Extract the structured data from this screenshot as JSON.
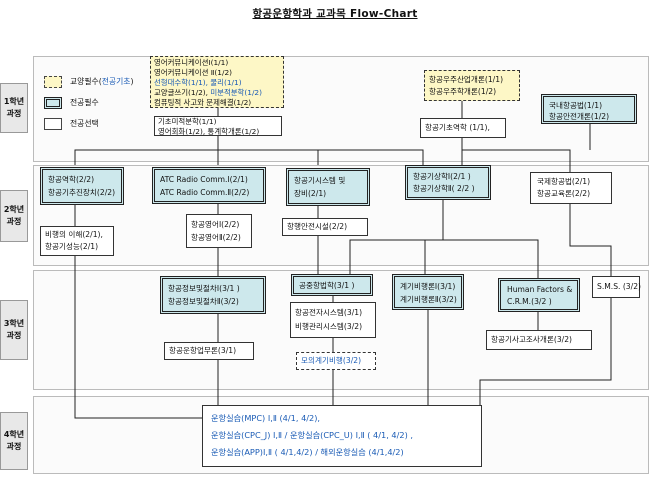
{
  "title": "항공운항학과 교과목 Flow-Chart",
  "years": [
    {
      "line1": "1학년",
      "line2": "과정"
    },
    {
      "line1": "2학년",
      "line2": "과정"
    },
    {
      "line1": "3학년",
      "line2": "과정"
    },
    {
      "line1": "4학년",
      "line2": "과정"
    }
  ],
  "legend": {
    "liberal_prefix": "교양필수(",
    "liberal_highlight": "전공기초",
    "liberal_suffix": ")",
    "major_required": "전공필수",
    "major_elective": "전공선택"
  },
  "colors": {
    "core_fill": "#cde8ec",
    "liberal_fill": "#fdf7c6",
    "blue_text": "#1a5bb5"
  },
  "year1": {
    "liberal_box": {
      "l1": "영어커뮤니케이션Ⅰ(1/1)",
      "l2": "영어커뮤니케이션 Ⅱ(1/2)",
      "l3": "선형대수학(1/1), 물리(1/1)",
      "l4a": "교양글쓰기(1/2), ",
      "l4b": "미분적분학(1/2)",
      "l5": "컴퓨팅적 사고와 문제해결(1/2)"
    },
    "elective_box": {
      "l1": "기초미적분학(1/1)",
      "l2": "영어회화(1/2), 통계학개론(1/2)"
    },
    "space_box": {
      "l1": "항공우주산업개론(1/1)",
      "l2": "항공우주학개론(1/2)"
    },
    "basic_mech": "항공기초역학 (1/1),",
    "law_box": {
      "l1": "국내항공법(1/1)",
      "l2": "항공안전개론(1/2)"
    }
  },
  "year2": {
    "dyn_box": {
      "l1": "항공역학(2/2)",
      "l2": "항공기추진장치(2/2)"
    },
    "atc_box": {
      "l1": "ATC Radio Comm.Ⅰ(2/1)",
      "l2": "ATC Radio Comm.Ⅱ(2/2)"
    },
    "sys_box": {
      "l1": "항공기시스템 및",
      "l2": "장비(2/1)"
    },
    "met_box": {
      "l1": "항공기상학Ⅰ(2/1 )",
      "l2": "항공기상학Ⅱ( 2/2 )"
    },
    "intl_box": {
      "l1": "국제항공법(2/1)",
      "l2": "항공교육론(2/2)"
    },
    "flight_theory": {
      "l1": "비행의 이해(2/1),",
      "l2": "항공기성능(2/1)"
    },
    "english": {
      "l1": "항공영어Ⅰ(2/2)",
      "l2": "항공영어Ⅱ(2/2)"
    },
    "safety_fac": "항행안전시설(2/2)"
  },
  "year3": {
    "info_box": {
      "l1": "항공정보및절차Ⅰ(3/1 )",
      "l2": "항공정보및절차Ⅱ(3/2)"
    },
    "air_law": "공중항법학(3/1 )",
    "instrument": {
      "l1": "계기비행론Ⅰ(3/1)",
      "l2": "계기비행론Ⅱ(3/2)"
    },
    "hf_box": {
      "l1": "Human Factors &",
      "l2": "C.R.M.(3/2 )"
    },
    "sms": "S.M.S. (3/2)",
    "avionics": {
      "l1": "항공전자시스템(3/1)",
      "l2": "비행관리시스템(3/2)"
    },
    "ops_service": "항공운항업무론(3/1)",
    "simulator": "모의계기비행(3/2)",
    "accident": "항공기사고조사개론(3/2)"
  },
  "year4": {
    "practice": {
      "l1": "운항실습(MPC) Ⅰ,Ⅱ (4/1, 4/2),",
      "l2": "운항실습(CPC_J) Ⅰ,Ⅱ / 운항실습(CPC_U) Ⅰ,Ⅱ ( 4/1, 4/2) ,",
      "l3": "운항실습(APP)Ⅰ,Ⅱ ( 4/1,4/2) / 해외운항실습 (4/1,4/2)"
    }
  }
}
